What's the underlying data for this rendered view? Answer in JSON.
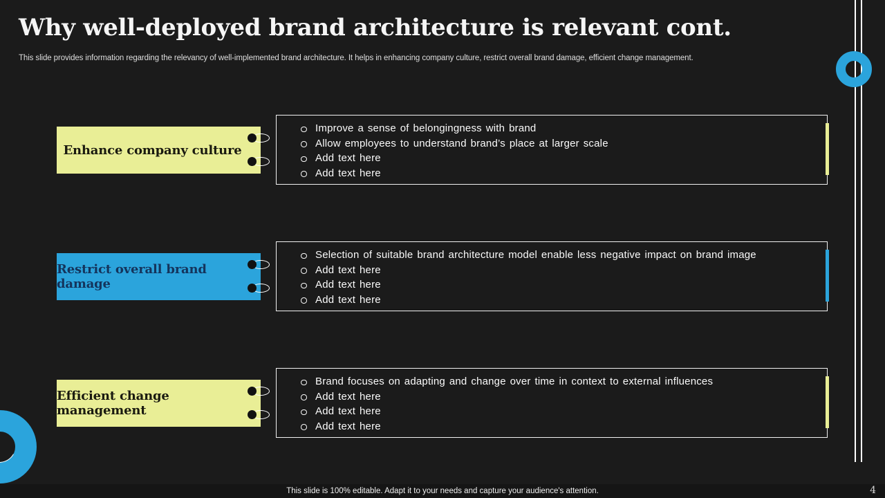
{
  "slide": {
    "title": "Why well-deployed brand architecture is relevant cont.",
    "subtitle": "This slide provides information regarding the relevancy of well-implemented brand architecture. It helps in enhancing company culture, restrict overall brand damage, efficient change management.",
    "footer_note": "This slide is 100% editable. Adapt it to your needs and capture your audience's attention.",
    "page_number": "4"
  },
  "rows": [
    {
      "label": "Enhance company culture",
      "accent_color": "#e9ee96",
      "bullets": [
        "Improve a sense of belongingness with brand",
        "Allow employees to understand brand’s place at larger scale",
        "Add text here",
        "Add text here"
      ]
    },
    {
      "label": "Restrict overall brand damage",
      "accent_color": "#2ba4dc",
      "bullets": [
        "Selection of suitable brand architecture model enable less negative impact on brand image",
        "Add text here",
        "Add text here",
        "Add text here"
      ]
    },
    {
      "label": "Efficient change management",
      "accent_color": "#e9ee96",
      "bullets": [
        "Brand focuses on adapting and change over time in context to external influences",
        "Add text here",
        "Add text here",
        "Add text here"
      ]
    }
  ],
  "decorations": {
    "top_right_icon": "donut-ring-icon",
    "bottom_left_icon": "half-donut-ring-icon",
    "connector_icon": "dot-and-loop-connector"
  },
  "colors": {
    "background": "#1b1b1b",
    "footer_band": "#151515",
    "accent_yellow": "#e9ee96",
    "accent_blue": "#2ba4dc",
    "title_text": "#f5f5f5",
    "body_text": "#fafafa",
    "label_text_on_yellow": "#1a1a10",
    "label_text_on_blue": "#14345c",
    "panel_border": "#f2f2f2",
    "divider_line": "#ffffff"
  }
}
